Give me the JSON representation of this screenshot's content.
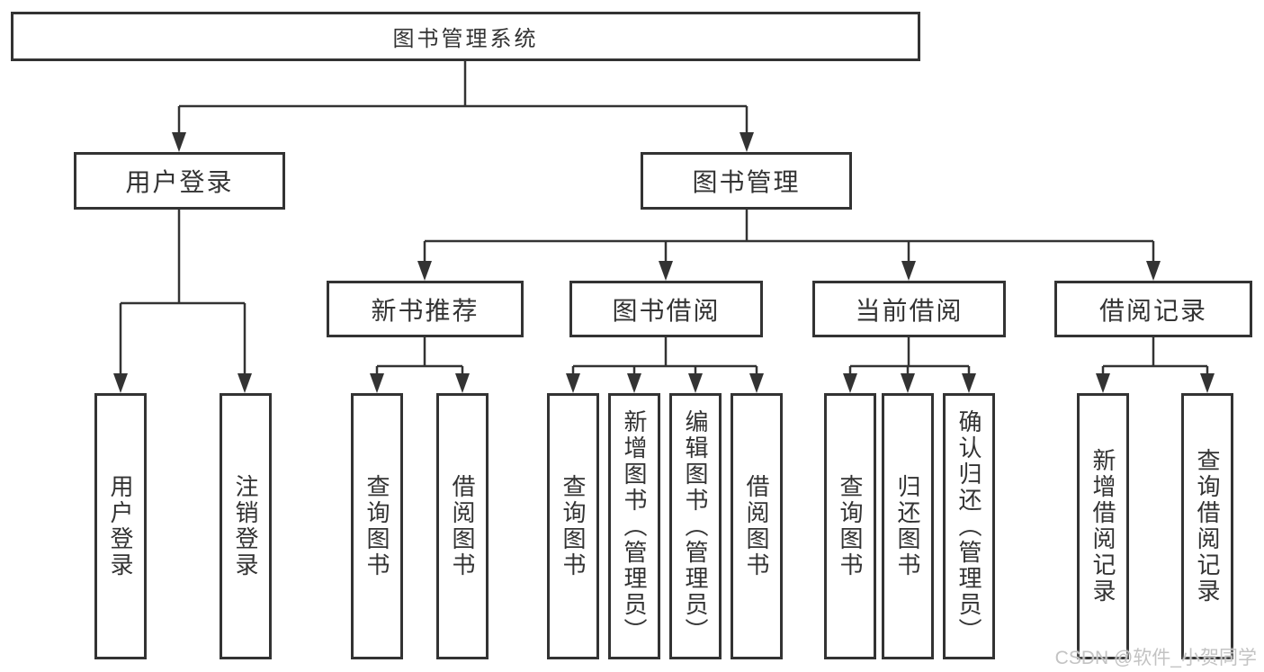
{
  "tree": {
    "root": "图书管理系统",
    "branches": [
      {
        "label": "用户登录",
        "leaves": [
          "用户登录",
          "注销登录"
        ]
      },
      {
        "label": "图书管理",
        "children": [
          {
            "label": "新书推荐",
            "leaves": [
              "查询图书",
              "借阅图书"
            ]
          },
          {
            "label": "图书借阅",
            "leaves": [
              "查询图书",
              "新增图书（管理员）",
              "编辑图书（管理员）",
              "借阅图书"
            ]
          },
          {
            "label": "当前借阅",
            "leaves": [
              "查询图书",
              "归还图书",
              "确认归还（管理员）"
            ]
          },
          {
            "label": "借阅记录",
            "leaves": [
              "新增借阅记录",
              "查询借阅记录"
            ]
          }
        ]
      }
    ]
  },
  "watermark": "CSDN @软件_小贺同学",
  "colors": {
    "line": "#333333",
    "text": "#333333",
    "box_background": "#ffffff",
    "page_background": "#ffffff",
    "watermark": "#c3c3c3"
  }
}
